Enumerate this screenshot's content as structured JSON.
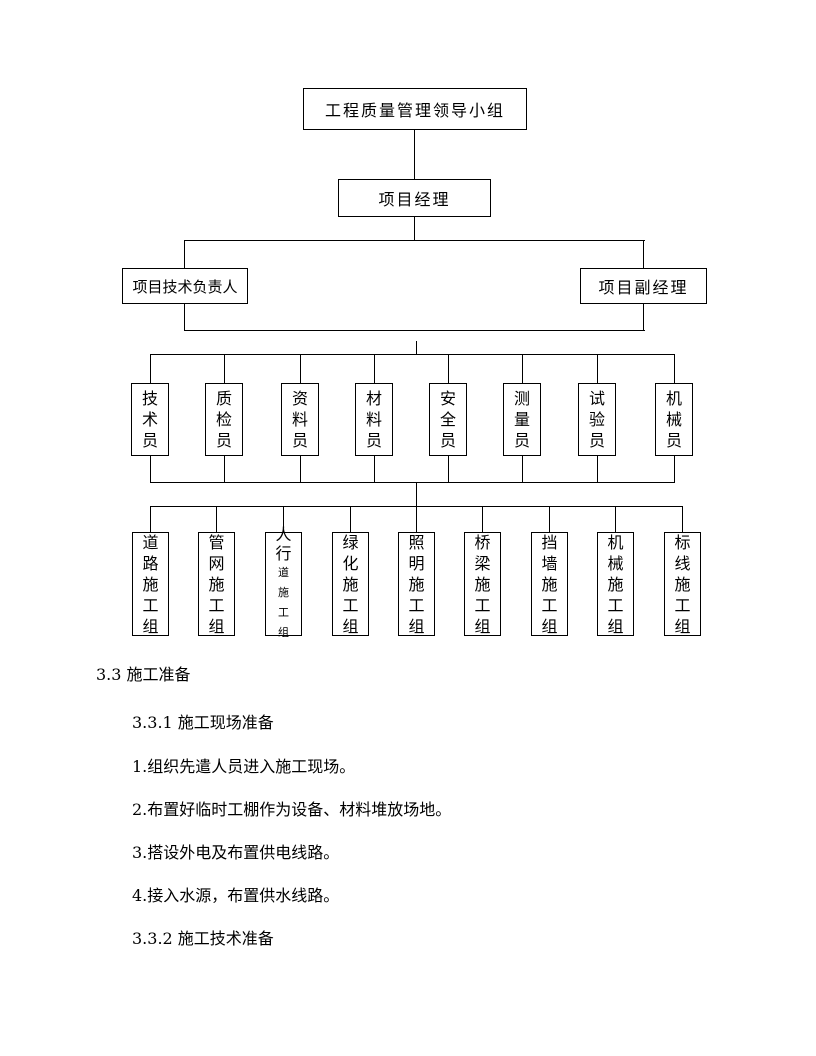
{
  "org_chart": {
    "root": "工程质量管理领导小组",
    "manager": "项目经理",
    "tech_lead": "项目技术负责人",
    "deputy": "项目副经理",
    "staff": [
      [
        "技",
        "术",
        "员"
      ],
      [
        "质",
        "检",
        "员"
      ],
      [
        "资",
        "料",
        "员"
      ],
      [
        "材",
        "料",
        "员"
      ],
      [
        "安",
        "全",
        "员"
      ],
      [
        "测",
        "量",
        "员"
      ],
      [
        "试",
        "验",
        "员"
      ],
      [
        "机",
        "械",
        "员"
      ]
    ],
    "groups": [
      [
        "道",
        "路",
        "施",
        "工",
        "组"
      ],
      [
        "管",
        "网",
        "施",
        "工",
        "组"
      ],
      [
        "人",
        "行",
        "道",
        "施",
        "工",
        "组"
      ],
      [
        "绿",
        "化",
        "施",
        "工",
        "组"
      ],
      [
        "照",
        "明",
        "施",
        "工",
        "组"
      ],
      [
        "桥",
        "梁",
        "施",
        "工",
        "组"
      ],
      [
        "挡",
        "墙",
        "施",
        "工",
        "组"
      ],
      [
        "机",
        "械",
        "施",
        "工",
        "组"
      ],
      [
        "标",
        "线",
        "施",
        "工",
        "组"
      ]
    ]
  },
  "text": {
    "section_heading": "3.3 施工准备",
    "sub_heading_1": "3.3.1 施工现场准备",
    "item_1": "1.组织先遣人员进入施工现场。",
    "item_2": "2.布置好临时工棚作为设备、材料堆放场地。",
    "item_3": "3.搭设外电及布置供电线路。",
    "item_4": "4.接入水源，布置供水线路。",
    "sub_heading_2": "3.3.2 施工技术准备"
  }
}
